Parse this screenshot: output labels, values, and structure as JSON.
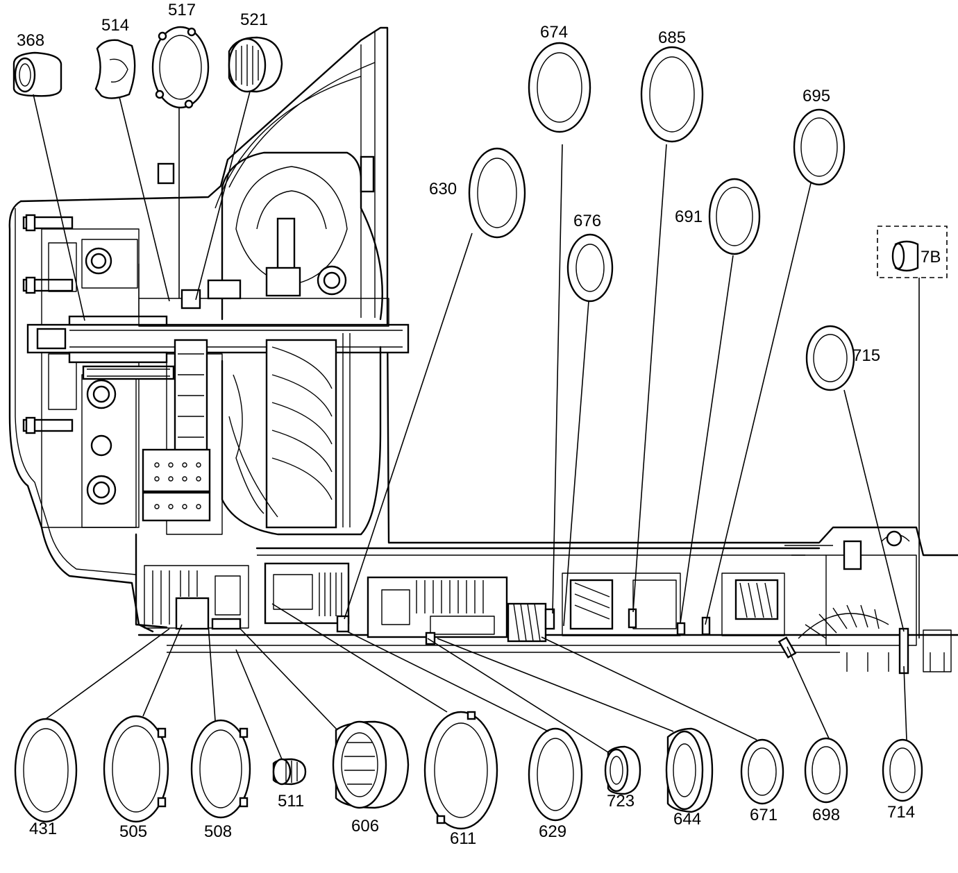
{
  "diagram": {
    "callouts": {
      "c368": "368",
      "c514": "514",
      "c517": "517",
      "c521": "521",
      "c674": "674",
      "c685": "685",
      "c695": "695",
      "c630": "630",
      "c676": "676",
      "c691": "691",
      "c7B": "7B",
      "c715": "715",
      "c431": "431",
      "c505": "505",
      "c508": "508",
      "c511": "511",
      "c606": "606",
      "c611": "611",
      "c629": "629",
      "c723": "723",
      "c644": "644",
      "c671": "671",
      "c698": "698",
      "c714": "714"
    }
  }
}
